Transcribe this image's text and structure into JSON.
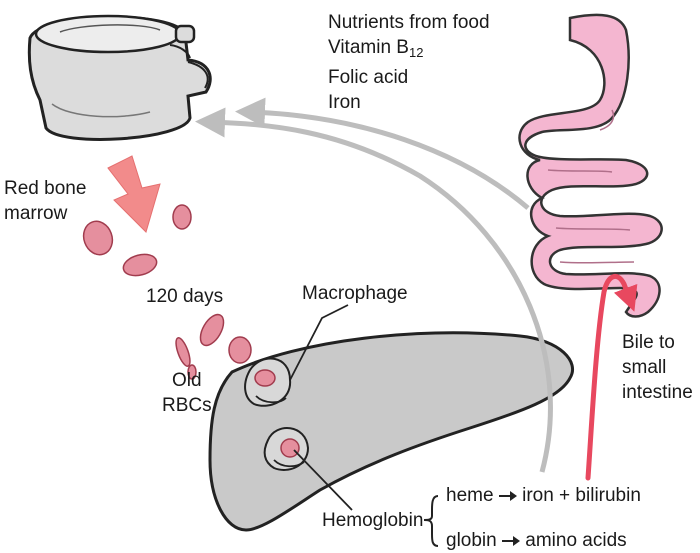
{
  "labels": {
    "nutrients": {
      "line1": "Nutrients from food",
      "line2_prefix": "Vitamin B",
      "line2_sub": "12",
      "line3": "Folic acid",
      "line4": "Iron"
    },
    "red_bone_marrow": {
      "line1": "Red bone",
      "line2": "marrow"
    },
    "days": "120 days",
    "macrophage": "Macrophage",
    "old_rbcs": {
      "line1": "Old",
      "line2": "RBCs"
    },
    "bile": {
      "line1": "Bile to",
      "line2": "small",
      "line3": "intestine"
    },
    "hemoglobin": "Hemoglobin",
    "heme": {
      "source": "heme",
      "products": "iron + bilirubin"
    },
    "globin": {
      "source": "globin",
      "products": "amino acids"
    }
  },
  "colors": {
    "rbc": "#e58f9e",
    "intestine": "#f4b6d0",
    "liver": "#c9c9c9",
    "bone": "#dcdcdc",
    "marrow_arrow": "#f28b8b",
    "bile_line": "#e8485f",
    "flow_arrow": "#bdbdbd"
  }
}
